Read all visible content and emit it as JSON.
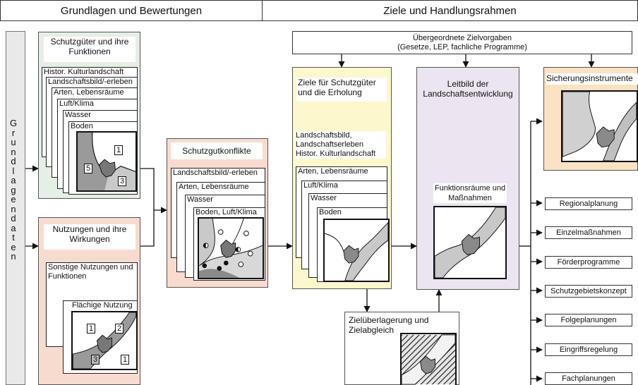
{
  "header": {
    "left": "Grundlagen und Bewertungen",
    "right": "Ziele und Handlungsrahmen"
  },
  "sidebar": {
    "text": "Grundlagendaten"
  },
  "schutzgueter": {
    "title": "Schutzgüter und ihre Funktionen",
    "cards": [
      "Histor. Kulturlandschaft",
      "Landschaftsbild/-erleben",
      "Arten, Lebensräume",
      "Luft/Klima",
      "Wasser",
      "Boden"
    ],
    "map_labels": [
      "1",
      "5",
      "3"
    ]
  },
  "nutzungen": {
    "title": "Nutzungen und ihre Wirkungen",
    "cards": [
      "Sonstige Nutzungen und Funktionen",
      "Flächige Nutzung"
    ],
    "map_labels": [
      "1",
      "2",
      "3",
      "1"
    ]
  },
  "konflikte": {
    "title": "Schutzgutkonflikte",
    "cards": [
      "Landschaftsbild/-erleben",
      "Arten, Lebensräume",
      "Wasser",
      "Boden, Luft/Klima"
    ]
  },
  "vorgaben": {
    "title": "Übergeordnete Zielvorgaben",
    "subtitle": "(Gesetze, LEP, fachliche Programme)"
  },
  "ziele": {
    "title": "Ziele für Schutzgüter und die Erholung",
    "cards": [
      "Landschaftsbild, Landschaftserleben Histor. Kulturlandschaft",
      "Arten, Lebensräume",
      "Luft/Klima",
      "Wasser",
      "Boden"
    ]
  },
  "leitbild": {
    "title": "Leitbild der Landschaftsentwicklung",
    "label": "Funktionsräume und Maßnahmen"
  },
  "sicherung": {
    "title": "Sicherungsinstrumente"
  },
  "abgleich": {
    "title": "Zielüberlagerung und Zielabgleich"
  },
  "outputs": [
    "Regionalplanung",
    "Einzelmaßnahmen",
    "Förderprogramme",
    "Schutzgebietskonzept",
    "Folgeplanungen",
    "Eingriffsregelung",
    "Fachplanungen"
  ],
  "colors": {
    "green": "#e5efe6",
    "pink": "#f8dbcf",
    "yellow": "#fdf7cc",
    "lavender": "#ece4f0",
    "orange": "#fbe2c2"
  }
}
